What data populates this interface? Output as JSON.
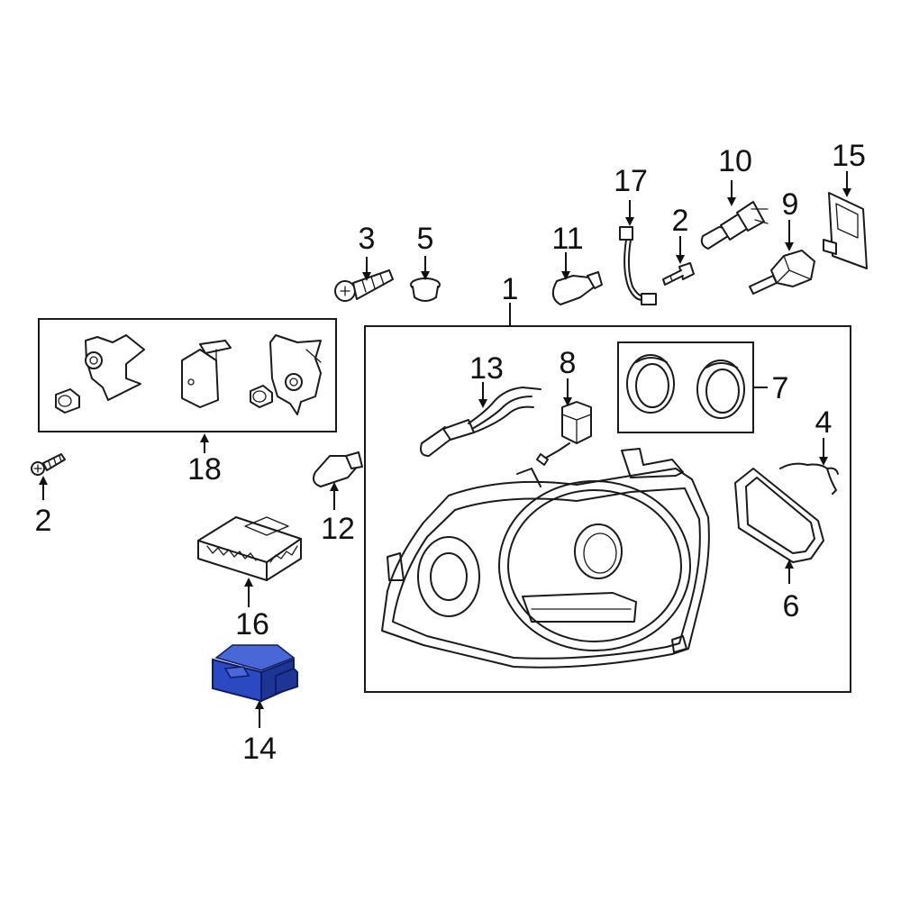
{
  "diagram": {
    "callouts": {
      "c1": "1",
      "c2a": "2",
      "c2b": "2",
      "c3": "3",
      "c4": "4",
      "c5": "5",
      "c6": "6",
      "c7": "7",
      "c8": "8",
      "c9": "9",
      "c10": "10",
      "c11": "11",
      "c12": "12",
      "c13": "13",
      "c14": "14",
      "c15": "15",
      "c16": "16",
      "c17": "17",
      "c18": "18"
    },
    "highlight_color": "#2b49c2",
    "highlighted_part": "14"
  }
}
